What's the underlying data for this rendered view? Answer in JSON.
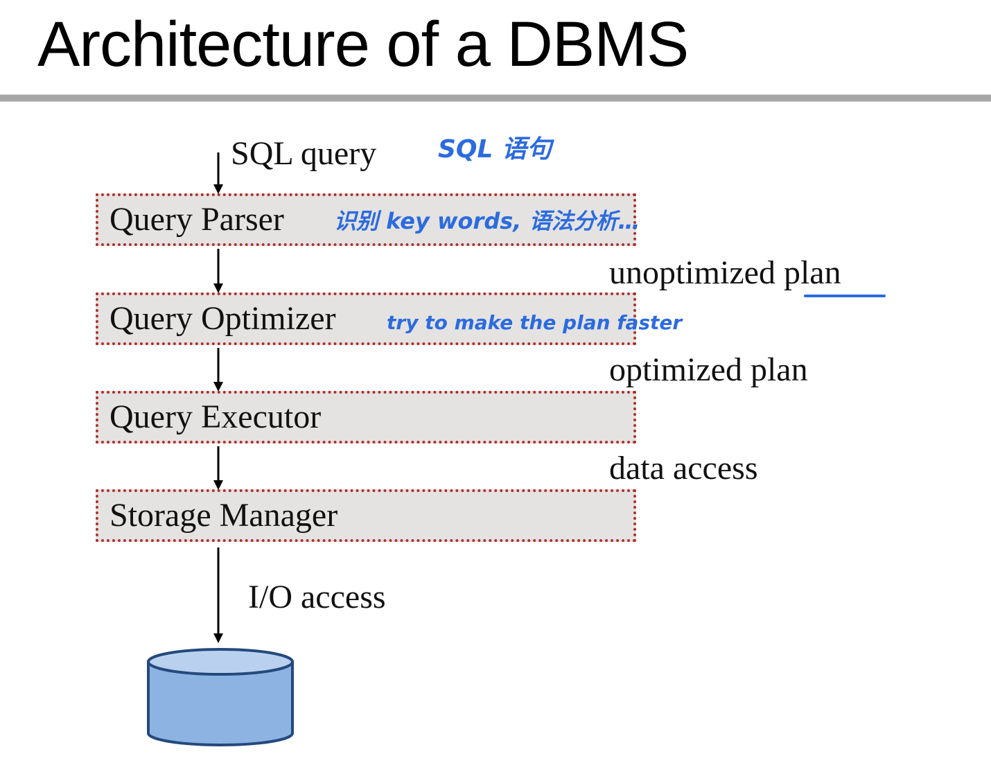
{
  "slide": {
    "title": "Architecture of a DBMS"
  },
  "diagram": {
    "input_label": "SQL query",
    "stages": [
      {
        "label": "Query Parser",
        "note": "识别 key words, 语法分析…"
      },
      {
        "label": "Query Optimizer",
        "note": "try to make the plan faster"
      },
      {
        "label": "Query Executor",
        "note": ""
      },
      {
        "label": "Storage Manager",
        "note": ""
      }
    ],
    "edge_labels": [
      "unoptimized plan",
      "optimized plan",
      "data access"
    ],
    "io_label": "I/O access",
    "storage_icon": "database-cylinder-icon"
  },
  "annotations": {
    "sql_note": "SQL 语句",
    "underline_target": "plan"
  },
  "colors": {
    "box_fill": "#e4e3e2",
    "box_border": "#b0302a",
    "handwriting": "#2c6bde",
    "db_side": "#8db3e2",
    "db_top": "#b9d1ee",
    "db_stroke": "#24497d",
    "rule": "#a6a6a6"
  }
}
